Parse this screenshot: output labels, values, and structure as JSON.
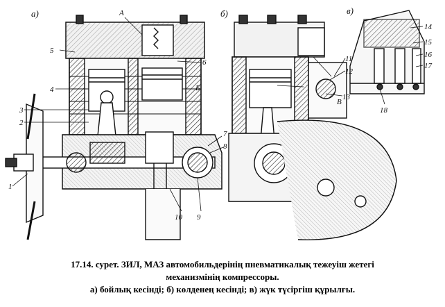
{
  "figure": {
    "view_labels": {
      "a": "а)",
      "b": "б)",
      "c": "в)"
    },
    "part_labels": {
      "A": "А",
      "B": "Б",
      "V": "В",
      "n1": "1",
      "n2": "2",
      "n3": "3",
      "n4": "4",
      "n5": "5",
      "n6": "6",
      "n7": "7",
      "n8": "8",
      "n9": "9",
      "n10": "10",
      "n11": "11",
      "n12": "12",
      "n13": "13",
      "n14": "14",
      "n15": "15",
      "n16": "16",
      "n17": "17",
      "n18": "18"
    }
  },
  "caption": {
    "line1": "17.14. сурет. ЗИЛ, МАЗ автомобильдерінің пневматикалық тежеуіш жетегі",
    "line2": "механизмінің  компрессоры.",
    "line3": "а) бойлық кесінді;  б) көлденең кесінді; в) жүк түсіргіш құрылғы."
  }
}
